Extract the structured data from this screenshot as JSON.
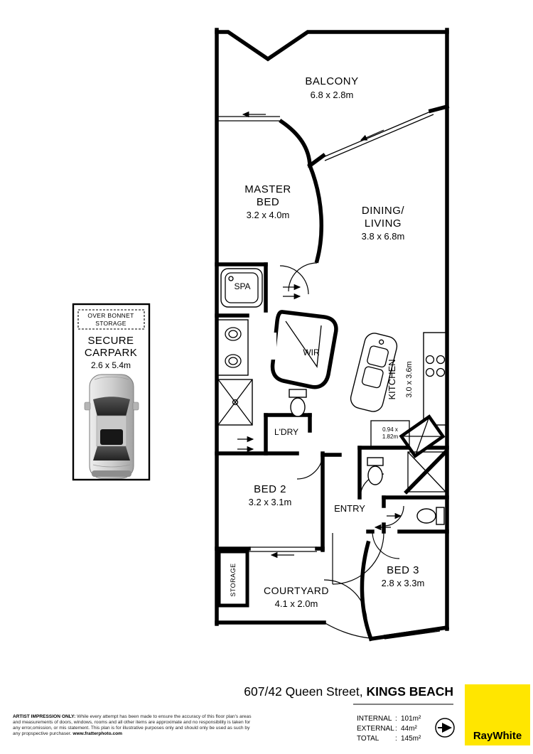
{
  "plan": {
    "rooms": {
      "balcony": {
        "name": "BALCONY",
        "dims": "6.8 x 2.8m"
      },
      "master_bed": {
        "line1": "MASTER",
        "line2": "BED",
        "dims": "3.2 x 4.0m"
      },
      "dining_living": {
        "line1": "DINING/",
        "line2": "LIVING",
        "dims": "3.8 x 6.8m"
      },
      "spa": {
        "name": "SPA"
      },
      "wir": {
        "name": "WIR"
      },
      "kitchen": {
        "name": "KITCHEN",
        "dims": "3.0 x 3.6m"
      },
      "laundry": {
        "name": "L'DRY"
      },
      "nook": {
        "line1": "0.94 x",
        "line2": "1.82m"
      },
      "bed2": {
        "name": "BED 2",
        "dims": "3.2 x 3.1m"
      },
      "entry": {
        "name": "ENTRY"
      },
      "bed3": {
        "name": "BED 3",
        "dims": "2.8 x 3.3m"
      },
      "storage": {
        "name": "STORAGE"
      },
      "courtyard": {
        "name": "COURTYARD",
        "dims": "4.1 x 2.0m"
      }
    },
    "carpark": {
      "over_bonnet_line1": "OVER BONNET",
      "over_bonnet_line2": "STORAGE",
      "name_line1": "SECURE",
      "name_line2": "CARPARK",
      "dims": "2.6 x 5.4m"
    }
  },
  "footer": {
    "address_regular": "607/42 Queen Street, ",
    "address_bold": "KINGS BEACH",
    "areas": [
      {
        "label": "INTERNAL",
        "value": "101m²"
      },
      {
        "label": "EXTERNAL",
        "value": "44m²"
      },
      {
        "label": "TOTAL",
        "value": "145m²"
      }
    ],
    "separator": ":",
    "disclaimer": {
      "bold": "ARTIST IMPRESSION ONLY:",
      "line1": " While every attempt has been made to ensure the accuracy of this floor plan's areas",
      "line2": "and measurements of doors, windows, rooms and all other items are approximate and no responsibility is taken for",
      "line3": "any error,omission, or mis statement. This plan is for illustrative purposes only and should only be used as such by",
      "line4": "any propspective purchaser. ",
      "url": "www.fratterphoto.com"
    },
    "brand": "RayWhite",
    "brand_color": "#ffe600"
  }
}
